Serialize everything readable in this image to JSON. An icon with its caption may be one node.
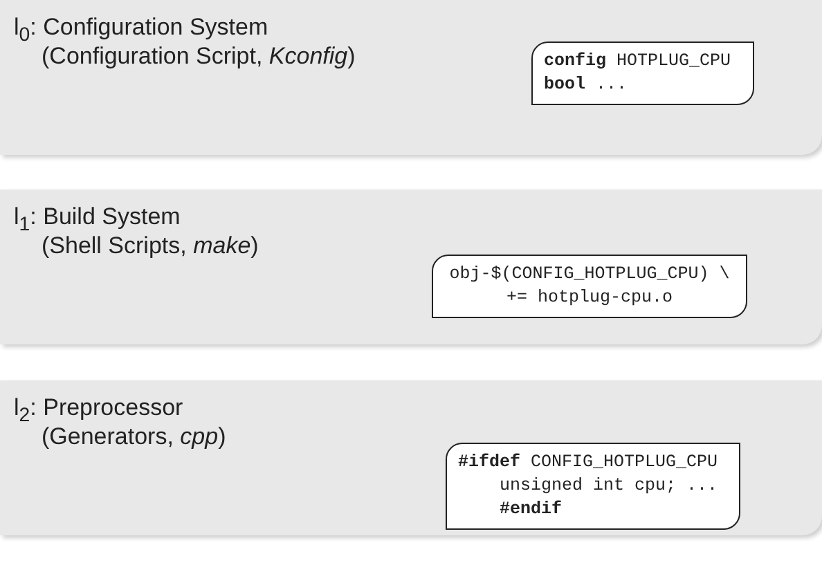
{
  "diagram": {
    "nodes": [
      {
        "text": [
          "l$_{0}$: Configuration System",
          "(Configuration Script, *Kconfig*)"
        ]
      },
      {
        "text": [
          "**config** HOTPLUG_CPU **bool** ..."
        ],
        "in": 0
      },
      {
        "text": [
          "l$_{1}$: Build System",
          "(Shell Scripts, *make*)"
        ]
      },
      {
        "text": [
          "obj-$(CONFIG_HOTPLUG_CPU) \\ += hotplug-cpu.o"
        ],
        "in": 2
      },
      {
        "text": [
          "l$_{2}$: Preprocessor",
          "(Generators, *cpp*)"
        ]
      },
      {
        "text": [
          "**#ifdef** CONFIG_HOTPLUG_CPU unsigned int cpu; ... **#endif**"
        ],
        "in": 4
      }
    ]
  }
}
